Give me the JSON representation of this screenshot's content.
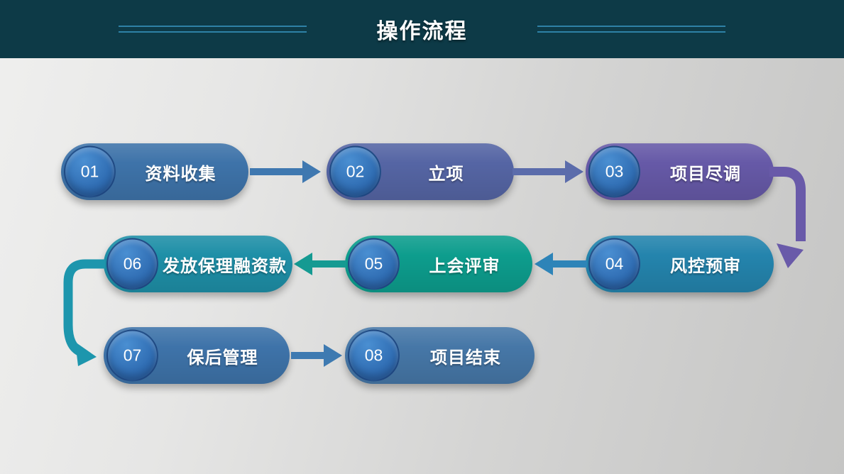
{
  "header": {
    "title": "操作流程"
  },
  "steps": [
    {
      "number": "01",
      "label": "资料收集",
      "color": "#3e73a9"
    },
    {
      "number": "02",
      "label": "立项",
      "color": "#5565a4"
    },
    {
      "number": "03",
      "label": "项目尽调",
      "color": "#6659a7"
    },
    {
      "number": "04",
      "label": "风控预审",
      "color": "#2484ad"
    },
    {
      "number": "05",
      "label": "上会评审",
      "color": "#0d9d8d"
    },
    {
      "number": "06",
      "label": "发放保理融资款",
      "color": "#1e8fa7"
    },
    {
      "number": "07",
      "label": "保后管理",
      "color": "#3e73a9"
    },
    {
      "number": "08",
      "label": "项目结束",
      "color": "#4677a7"
    }
  ],
  "connectors": {
    "a12": {
      "color": "#3f78b0"
    },
    "a23": {
      "color": "#5b6cab"
    },
    "curve_right": {
      "color": "#695aa9"
    },
    "a45": {
      "color": "#2e84b8"
    },
    "a56": {
      "color": "#159a92"
    },
    "curve_left": {
      "color": "#1d96ad"
    },
    "a78": {
      "color": "#3e7ab1"
    }
  },
  "badge": {
    "gradient_top": "#4a8fd2",
    "gradient_bottom": "#2a5da5"
  },
  "theme": {
    "header_bg": "#0d3a47",
    "header_line": "#2e81a6"
  }
}
